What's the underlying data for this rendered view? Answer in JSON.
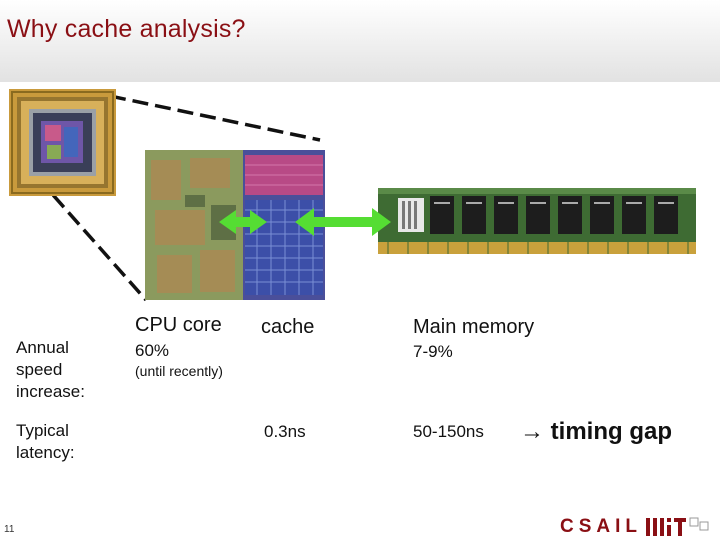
{
  "slide": {
    "title": "Why cache analysis?",
    "slide_number": "11"
  },
  "columns": {
    "cpu_core": "CPU core",
    "cache": "cache",
    "main_memory": "Main memory"
  },
  "rows": {
    "speed_label": "Annual speed increase:",
    "latency_label": "Typical latency:"
  },
  "values": {
    "cpu_speed": "60%",
    "cpu_speed_note": "(until recently)",
    "memory_speed": "7-9%",
    "cache_latency": "0.3ns",
    "memory_latency": "50-150ns"
  },
  "callout": {
    "arrow": "→",
    "text": "timing gap"
  },
  "logo": {
    "text": "CSAIL"
  },
  "colors": {
    "title": "#8a0f14",
    "arrow": "#55dd33",
    "logo": "#8a0f14"
  },
  "icons": {
    "processor": "processor-chip-photo",
    "die": "cpu-die-photo",
    "memory": "ram-module-photo",
    "mit": "mit-logo"
  }
}
